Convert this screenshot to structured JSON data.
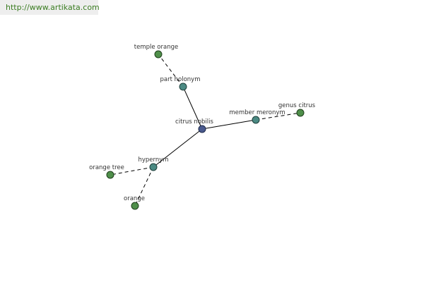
{
  "header": {
    "url": "http://www.artikata.com"
  },
  "colors": {
    "center_node": "#4a5a8e",
    "relation_node": "#4b8a83",
    "leaf_node": "#4f8f4a",
    "edge": "#000000",
    "url_text": "#3b7d22",
    "banner_bg": "#eeeeee"
  },
  "graph": {
    "nodes": {
      "center": {
        "label": "citrus nobilis"
      },
      "part_holonym": {
        "label": "part holonym"
      },
      "member_meronym": {
        "label": "member meronym"
      },
      "hypernym": {
        "label": "hypernym"
      },
      "temple_orange": {
        "label": "temple orange"
      },
      "genus_citrus": {
        "label": "genus citrus"
      },
      "orange_tree": {
        "label": "orange tree"
      },
      "orange": {
        "label": "orange"
      }
    },
    "edges": [
      {
        "from": "center",
        "to": "part_holonym",
        "style": "solid"
      },
      {
        "from": "center",
        "to": "member_meronym",
        "style": "solid"
      },
      {
        "from": "center",
        "to": "hypernym",
        "style": "solid"
      },
      {
        "from": "part_holonym",
        "to": "temple_orange",
        "style": "dashed"
      },
      {
        "from": "member_meronym",
        "to": "genus_citrus",
        "style": "dashed"
      },
      {
        "from": "hypernym",
        "to": "orange_tree",
        "style": "dashed"
      },
      {
        "from": "hypernym",
        "to": "orange",
        "style": "dashed"
      }
    ]
  }
}
